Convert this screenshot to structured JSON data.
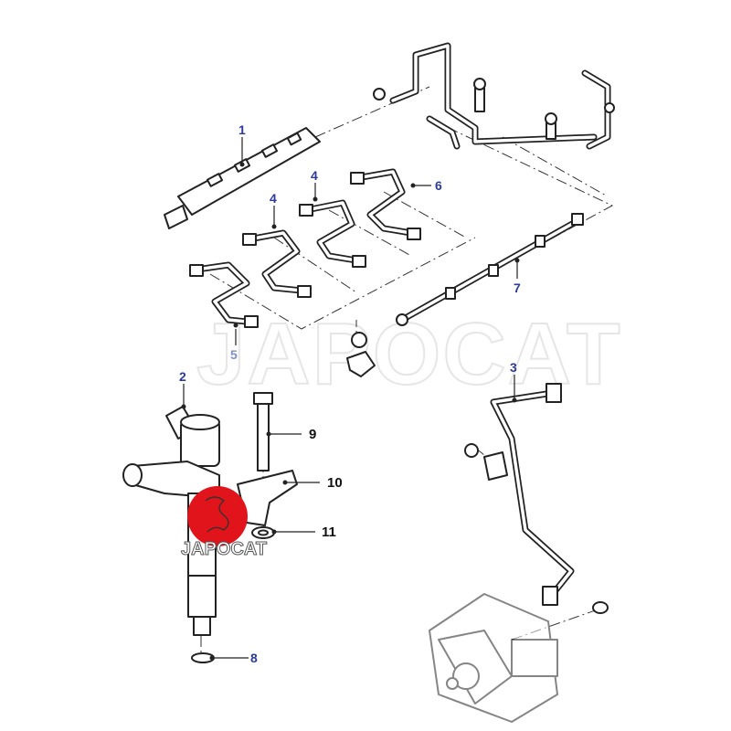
{
  "diagram": {
    "watermark": "JAPOCAT",
    "logo_text": "JAPOCAT",
    "colors": {
      "callout_blue": "#2b3a9c",
      "logo_red": "#e0141a"
    },
    "callouts": [
      {
        "id": "1",
        "part": "fuel-rail"
      },
      {
        "id": "2",
        "part": "injector"
      },
      {
        "id": "3",
        "part": "pump-to-rail-pipe"
      },
      {
        "id": "4",
        "part": "injector-pipe"
      },
      {
        "id": "4",
        "part": "injector-pipe"
      },
      {
        "id": "5",
        "part": "injector-pipe"
      },
      {
        "id": "6",
        "part": "injector-pipe"
      },
      {
        "id": "7",
        "part": "leak-off-rail"
      },
      {
        "id": "8",
        "part": "o-ring"
      },
      {
        "id": "9",
        "part": "bolt"
      },
      {
        "id": "10",
        "part": "clamp"
      },
      {
        "id": "11",
        "part": "washer"
      }
    ]
  }
}
